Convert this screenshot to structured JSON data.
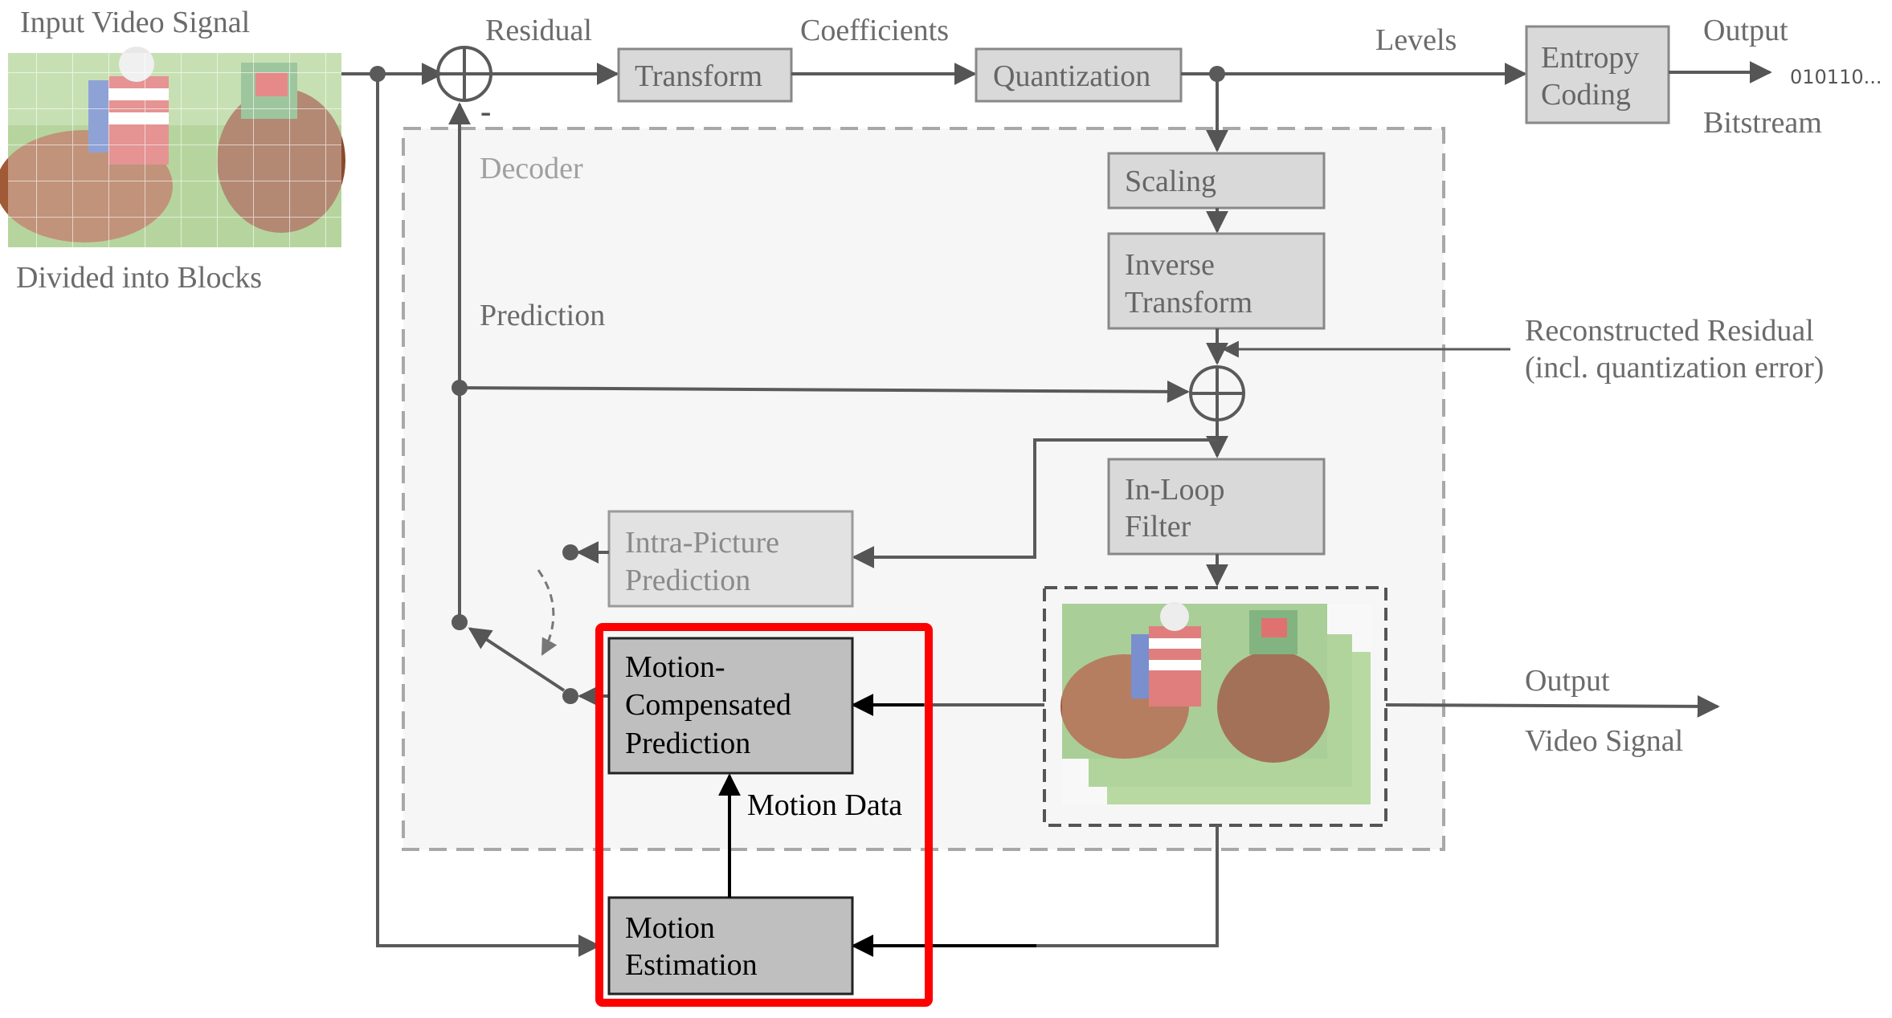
{
  "labels": {
    "input_signal": "Input Video Signal",
    "divided": "Divided into Blocks",
    "residual": "Residual",
    "coefficients": "Coefficients",
    "levels": "Levels",
    "output": "Output",
    "bitstream": "Bitstream",
    "bits": "010110...",
    "decoder": "Decoder",
    "prediction": "Prediction",
    "minus": "-",
    "recon_line1": "Reconstructed Residual",
    "recon_line2": "(incl. quantization error)",
    "motion_data": "Motion Data",
    "output_video": "Output",
    "video_signal": "Video Signal"
  },
  "blocks": {
    "transform": [
      "Transform"
    ],
    "quantization": [
      "Quantization"
    ],
    "entropy": [
      "Entropy",
      "Coding"
    ],
    "scaling": [
      "Scaling"
    ],
    "inverse": [
      "Inverse",
      "Transform"
    ],
    "inloop": [
      "In-Loop",
      "Filter"
    ],
    "intra": [
      "Intra-Picture",
      "Prediction"
    ],
    "mcp": [
      "Motion-",
      "Compensated",
      "Prediction"
    ],
    "me": [
      "Motion",
      "Estimation"
    ]
  },
  "colors": {
    "faded_text": "#6b6b6b",
    "faded_line": "#5a5a5a",
    "block_fill": "#d9d9d9",
    "block_fill_dark": "#bfbfbf",
    "decoder_fill": "#f6f6f6",
    "highlight": "#ff0000",
    "black": "#000000"
  }
}
